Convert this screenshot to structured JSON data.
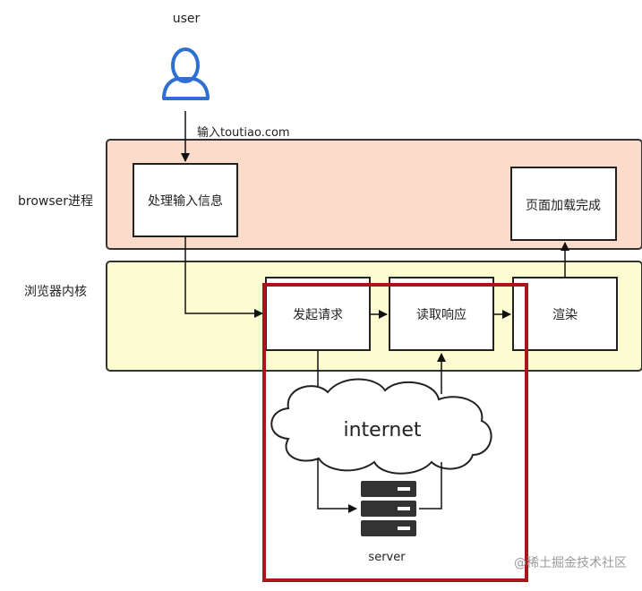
{
  "labels": {
    "user": "user",
    "input_url": "输入toutiao.com",
    "browser_process": "browser进程",
    "render_engine": "浏览器内核",
    "process_input": "处理输入信息",
    "page_loaded": "页面加载完成",
    "send_request": "发起请求",
    "read_response": "读取响应",
    "render": "渲染",
    "internet": "internet",
    "server": "server",
    "watermark": "@稀土掘金技术社区"
  },
  "colors": {
    "browser_lane_fill": "#fbdccb",
    "engine_lane_fill": "#fdfbd2",
    "lane_stroke": "#333333",
    "box_fill": "#ffffff",
    "box_stroke": "#222222",
    "highlight_stroke": "#a8161c",
    "user_icon": "#2f6fd1",
    "server_icon": "#333333",
    "arrow": "#111111",
    "watermark": "#9a9a9a"
  },
  "icons": {
    "user": "user-icon",
    "cloud": "cloud-icon",
    "server": "server-icon"
  }
}
